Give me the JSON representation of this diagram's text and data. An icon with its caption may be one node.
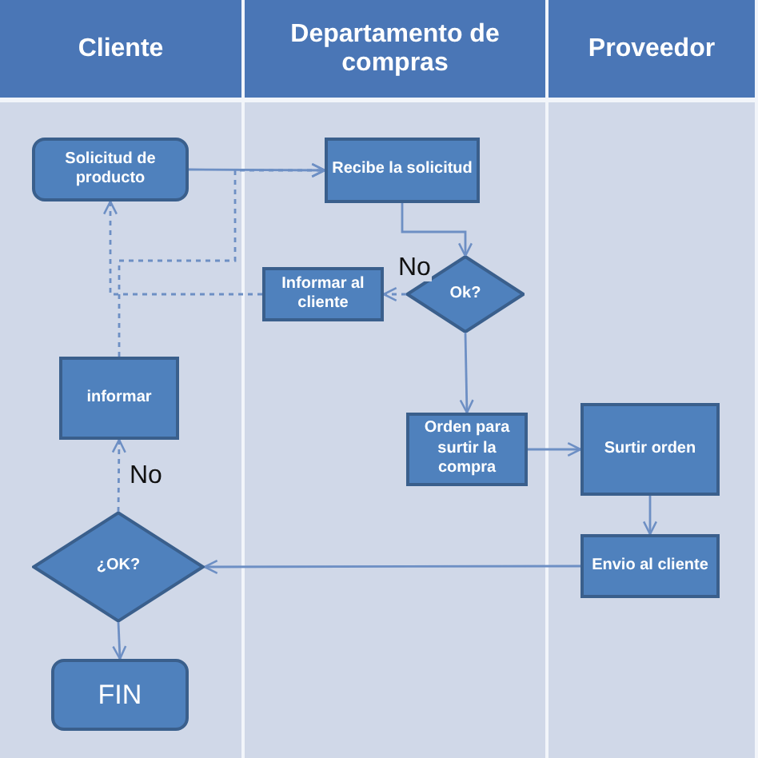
{
  "diagram": {
    "nodes": [
      {
        "text": [
          "Cliente"
        ]
      },
      {
        "text": [
          "Departamento de compras"
        ]
      },
      {
        "text": [
          "Proveedor"
        ]
      },
      {
        "text": [
          "Solicitud de producto"
        ],
        "in": 0
      },
      {
        "text": [
          "Recibe la solicitud"
        ],
        "in": 1
      },
      {
        "text": [
          "Informar al cliente"
        ],
        "in": 1
      },
      {
        "text": [
          "Ok?"
        ],
        "in": 1
      },
      {
        "text": [
          "informar"
        ],
        "in": 0
      },
      {
        "text": [
          "Orden para surtir la compra"
        ],
        "in": 1
      },
      {
        "text": [
          "Surtir orden"
        ],
        "in": 2
      },
      {
        "text": [
          "Envio al cliente"
        ],
        "in": 2
      },
      {
        "text": [
          "¿OK?"
        ],
        "in": 0
      },
      {
        "text": [
          "FIN"
        ],
        "in": 0
      }
    ],
    "edges": [
      {
        "from": 3,
        "to": 4,
        "arrow": "to"
      },
      {
        "from": 4,
        "to": 6,
        "arrow": "to"
      },
      {
        "from": 6,
        "to": 5,
        "arrow": "to",
        "label": "No",
        "style": "dashed"
      },
      {
        "from": 5,
        "to": 3,
        "arrow": "to",
        "style": "dashed"
      },
      {
        "from": 7,
        "to": 4,
        "arrow": "to",
        "style": "dashed"
      },
      {
        "from": 6,
        "to": 8,
        "arrow": "to"
      },
      {
        "from": 8,
        "to": 9,
        "arrow": "to"
      },
      {
        "from": 9,
        "to": 10,
        "arrow": "to"
      },
      {
        "from": 10,
        "to": 11,
        "arrow": "to"
      },
      {
        "from": 11,
        "to": 7,
        "arrow": "to",
        "label": "No",
        "style": "dashed"
      },
      {
        "from": 11,
        "to": 12,
        "arrow": "to"
      }
    ]
  }
}
